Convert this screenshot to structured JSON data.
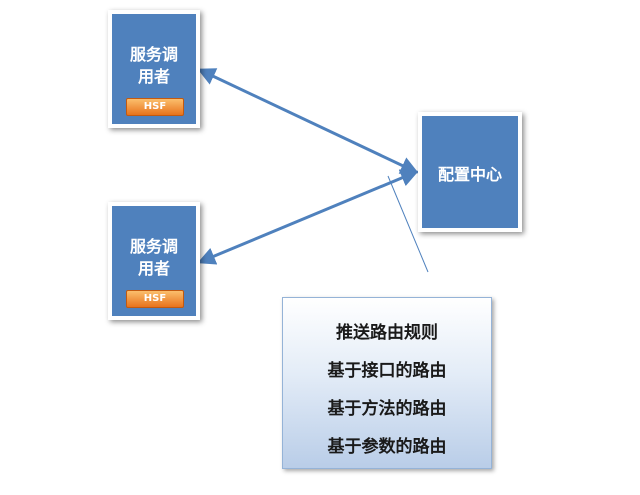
{
  "diagram": {
    "consumers": [
      {
        "label_line1": "服务调",
        "label_line2": "用者",
        "badge": "HSF"
      },
      {
        "label_line1": "服务调",
        "label_line2": "用者",
        "badge": "HSF"
      }
    ],
    "config_center": {
      "label": "配置中心"
    },
    "rules": [
      "推送路由规则",
      "基于接口的路由",
      "基于方法的路由",
      "基于参数的路由"
    ],
    "colors": {
      "node_fill": "#4f81bd",
      "arrow": "#4f81bd",
      "badge": "#f79646"
    }
  }
}
